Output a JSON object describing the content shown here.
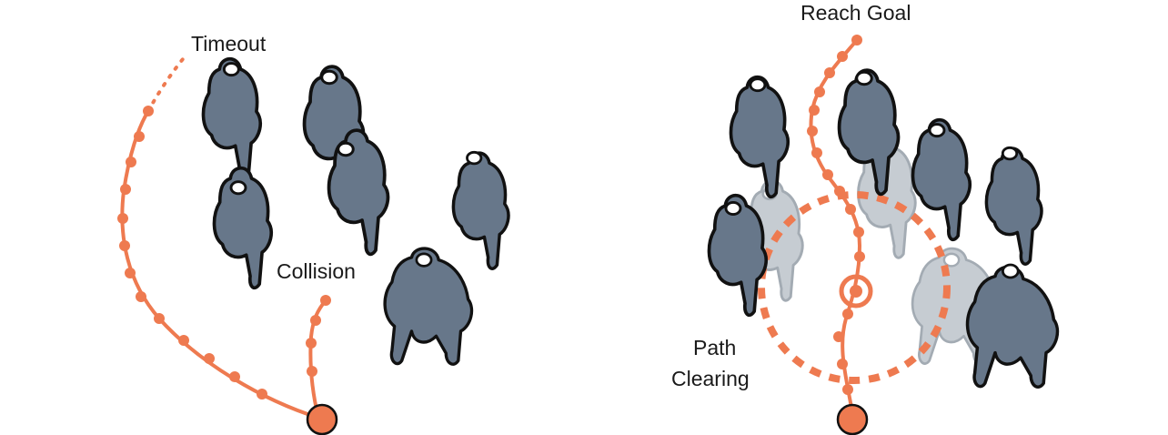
{
  "labels": {
    "timeout": "Timeout",
    "collision": "Collision",
    "reach_goal": "Reach Goal",
    "path_clearing_line1": "Path",
    "path_clearing_line2": "Clearing"
  },
  "colors": {
    "trajectory": "#ee7a50",
    "pedestrian": "#67778a",
    "pedestrian_cleared": "#c6ccd2",
    "outline": "#111111"
  }
}
